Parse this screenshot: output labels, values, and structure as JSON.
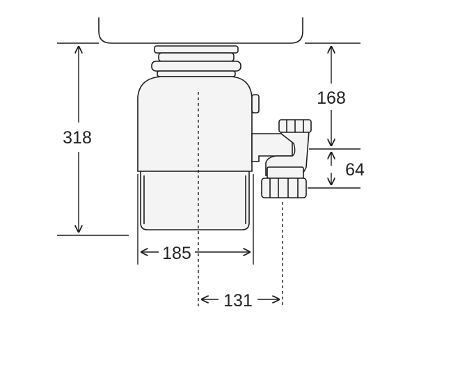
{
  "dimensions": {
    "total_height": "318",
    "body_width": "185",
    "inlet_height": "168",
    "outlet_drop": "64",
    "outlet_offset": "131"
  },
  "colors": {
    "line": "#1c1c1c",
    "body_fill": "#f4f4f4",
    "background": "#ffffff"
  }
}
